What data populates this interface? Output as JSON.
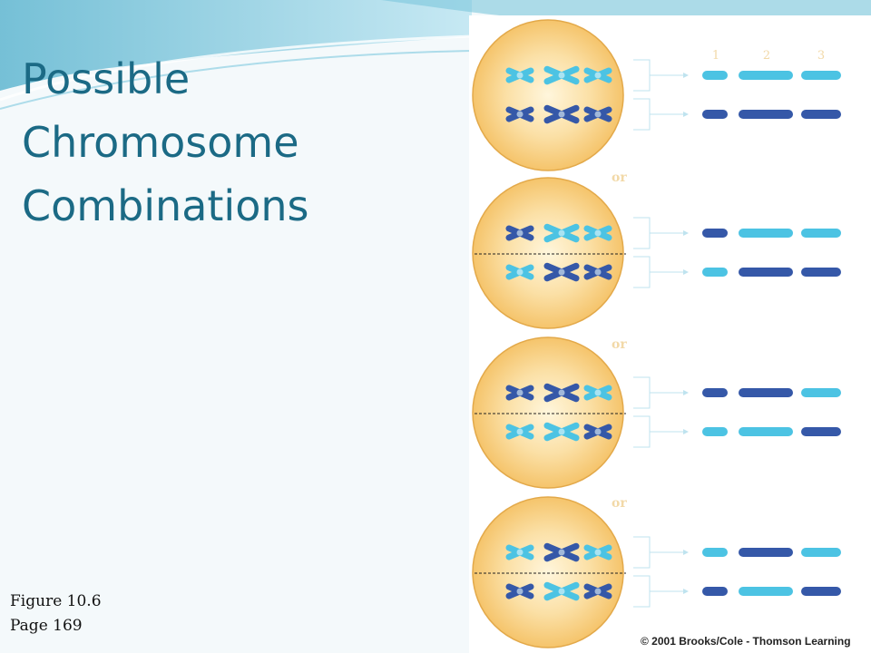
{
  "slide": {
    "title_lines": [
      "Possible",
      "Chromosome",
      "Combinations"
    ],
    "caption_lines": [
      "Figure 10.6",
      "Page 169"
    ],
    "copyright": "© 2001 Brooks/Cole - Thomson Learning",
    "colors": {
      "title": "#1b6a85",
      "cell_fill": "#f5c46b",
      "light_chromosome": "#4cc3e3",
      "dark_chromosome": "#3558a8",
      "connector": "#bfe3ef",
      "faint_label": "#f2d9a8"
    }
  },
  "figure": {
    "column_numbers": [
      "1",
      "2",
      "3"
    ],
    "separator_label": "or",
    "arrangements": [
      {
        "top_pair": [
          "light",
          "light",
          "light"
        ],
        "bottom_pair": [
          "dark",
          "dark",
          "dark"
        ],
        "has_dashed_line": false
      },
      {
        "top_pair": [
          "dark",
          "light",
          "light"
        ],
        "bottom_pair": [
          "light",
          "dark",
          "dark"
        ],
        "has_dashed_line": true
      },
      {
        "top_pair": [
          "dark",
          "dark",
          "light"
        ],
        "bottom_pair": [
          "light",
          "light",
          "dark"
        ],
        "has_dashed_line": true
      },
      {
        "top_pair": [
          "light",
          "dark",
          "light"
        ],
        "bottom_pair": [
          "dark",
          "light",
          "dark"
        ],
        "has_dashed_line": true
      }
    ]
  }
}
